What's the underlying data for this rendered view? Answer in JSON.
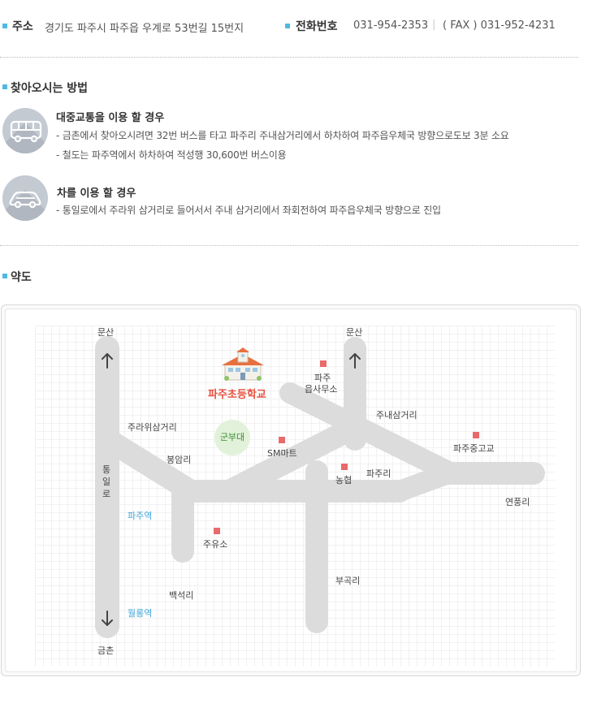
{
  "address": {
    "label": "주소",
    "value": "경기도 파주시 파주읍 우계로 53번길 15번지"
  },
  "phone": {
    "label": "전화번호",
    "tel": "031-954-2353",
    "separator": "|",
    "fax": "( FAX ) 031-952-4231"
  },
  "directions": {
    "title": "찾아오시는 방법",
    "public_transit": {
      "icon": "bus-icon",
      "title": "대중교통을 이용 할 경우",
      "lines": [
        "-  금촌에서 찾아오시려면 32번 버스를 타고   파주리 주내삼거리에서 하차하여 파주읍우체국 방향으로도보 3분 소요",
        "-  철도는 파주역에서 하차하여 적성행 30,600번 버스이용"
      ]
    },
    "car": {
      "icon": "car-icon",
      "title": "차를 이용 할 경우",
      "lines": [
        "-  통일로에서 주라위 삼거리로 들어서서 주내 삼거리에서 좌회전하여 파주읍우체국 방향으로 진입"
      ]
    }
  },
  "map_section": {
    "title": "약도"
  },
  "map": {
    "school": "파주초등학교",
    "army_base": "군부대",
    "labels": {
      "munsan_left": "문산",
      "munsan_right": "문산",
      "geumchon": "금촌",
      "tongil_ro": "통\n일\n로",
      "jurawi": "주라위삼거리",
      "bongam": "봉암리",
      "paju_station": "파주역",
      "juyuso": "주유소",
      "baekseok": "백석리",
      "wolrong_station": "월롱역",
      "sm_mart": "SM마트",
      "nonghyup": "농협",
      "pajuri": "파주리",
      "bugok": "부곡리",
      "eup_office_1": "파주",
      "eup_office_2": "읍사무소",
      "junae": "주내삼거리",
      "paju_middle_high": "파주중고교",
      "yeonpung": "연풍리"
    },
    "colors": {
      "road": "#dcdcdc",
      "marker": "#e86a6a",
      "school_text": "#e8503f",
      "station_text": "#3ea7da"
    }
  }
}
